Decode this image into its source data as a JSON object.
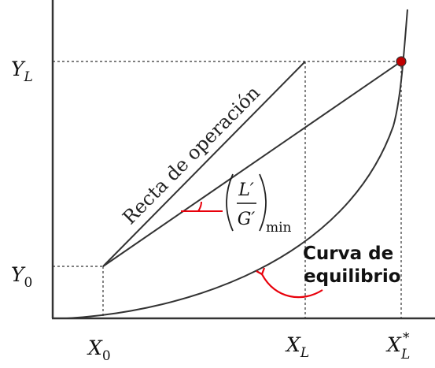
{
  "axes": {
    "y_high_label": "Y",
    "y_high_sub": "L",
    "y_low_label": "Y",
    "y_low_sub": "0",
    "x_low_label": "X",
    "x_low_sub": "0",
    "x_mid_label": "X",
    "x_mid_sub": "L",
    "x_star_label": "X",
    "x_star_sub": "L",
    "x_star_sup": "*"
  },
  "labels": {
    "operation_line": "Recta de operación",
    "ratio_numerator": "L′",
    "ratio_denominator": "G′",
    "ratio_subscript": "min",
    "equilibrium_line1": "Curva de",
    "equilibrium_line2": "equilibrio"
  },
  "colors": {
    "lines": "#333333",
    "annotation": "#e8000b",
    "point_fill": "#c00000",
    "text": "#111111"
  }
}
